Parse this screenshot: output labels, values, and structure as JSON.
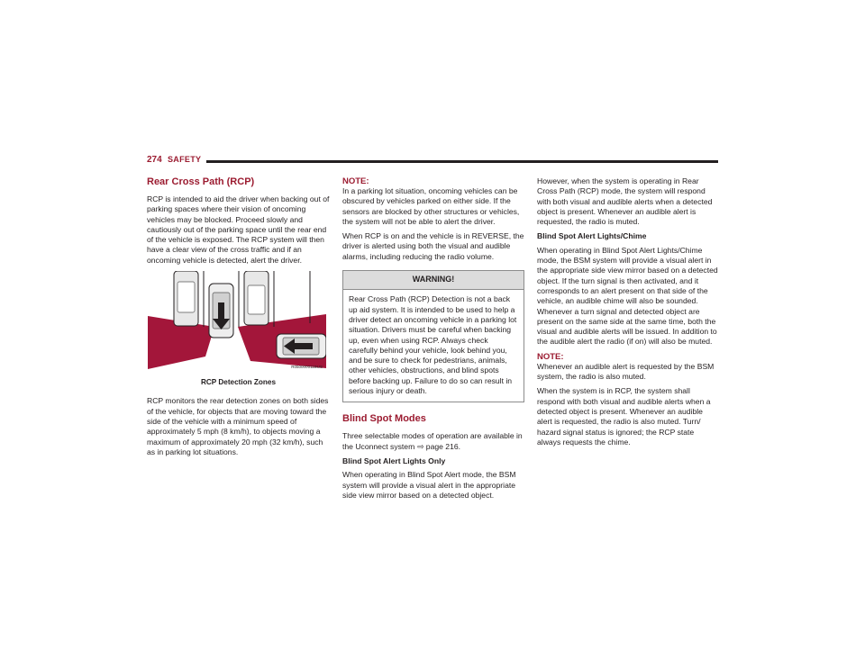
{
  "header": {
    "page_number": "274",
    "section": "SAFETY"
  },
  "col1": {
    "title": "Rear Cross Path (RCP)",
    "p1": "RCP is intended to aid the driver when backing out of parking spaces where their vision of oncoming vehicles may be blocked. Proceed slowly and cautiously out of the parking space until the rear end of the vehicle is exposed. The RCP system will then have a clear view of the cross traffic and if an oncoming vehicle is detected, alert the driver.",
    "figure_code": "R050000011BUS",
    "caption": "RCP Detection Zones",
    "p2": "RCP monitors the rear detection zones on both sides of the vehicle, for objects that are moving toward the side of the vehicle with a minimum speed of approximately 5 mph (8 km/h), to objects moving a maximum of approximately 20 mph (32 km/h), such as in parking lot situations."
  },
  "col2": {
    "note_label": "NOTE:",
    "note1": "In a parking lot situation, oncoming vehicles can be obscured by vehicles parked on either side. If the sensors are blocked by other structures or vehicles, the system will not be able to alert the driver.",
    "p1": "When RCP is on and the vehicle is in REVERSE, the driver is alerted using both the visual and audible alarms, including reducing the radio volume.",
    "warning_title": "WARNING!",
    "warning_body": "Rear Cross Path (RCP) Detection is not a back up aid system. It is intended to be used to help a driver detect an oncoming vehicle in a parking lot situation. Drivers must be careful when backing up, even when using RCP. Always check carefully behind your vehicle, look behind you, and be sure to check for pedestrians, animals, other vehicles, obstructions, and blind spots before backing up. Failure to do so can result in serious injury or death.",
    "title": "Blind Spot Modes",
    "modes_text": "Three selectable modes of operation are available in the Uconnect system",
    "page_ref": "page 216.",
    "sub1": "Blind Spot Alert Lights Only",
    "sub1_text": "When operating in Blind Spot Alert mode, the BSM system will provide a visual alert in the appropriate side view mirror based on a detected object."
  },
  "col3": {
    "p1": "However, when the system is operating in Rear Cross Path (RCP) mode, the system will respond with both visual and audible alerts when a detected object is present. Whenever an audible alert is requested, the radio is muted.",
    "sub2": "Blind Spot Alert Lights/Chime",
    "sub2_text": "When operating in Blind Spot Alert Lights/Chime mode, the BSM system will provide a visual alert in the appropriate side view mirror based on a detected object. If the turn signal is then activated, and it corresponds to an alert present on that side of the vehicle, an audible chime will also be sounded. Whenever a turn signal and detected object are present on the same side at the same time, both the visual and audible alerts will be issued. In addition to the audible alert the radio (if on) will also be muted.",
    "note_label": "NOTE:",
    "note2": "Whenever an audible alert is requested by the BSM system, the radio is also muted.",
    "p2": "When the system is in RCP, the system shall respond with both visual and audible alerts when a detected object is present. Whenever an audible alert is requested, the radio is also muted. Turn/ hazard signal status is ignored; the RCP state always requests the chime."
  }
}
